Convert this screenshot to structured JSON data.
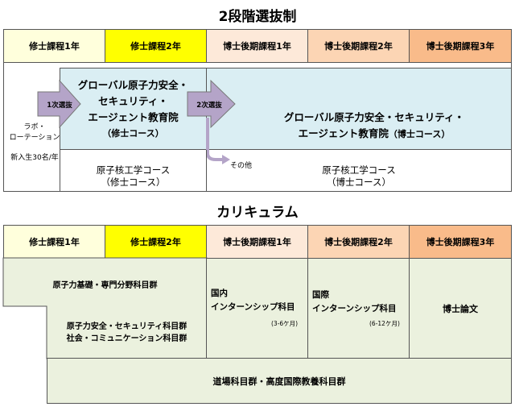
{
  "selection": {
    "title": "2段階選抜制",
    "years": [
      "修士課程1年",
      "修士課程2年",
      "博士後期課程1年",
      "博士後期課程2年",
      "博士後期課程3年"
    ],
    "lab_rotation": "ラボ・\nローテーション",
    "new_students": "新入生30名/年",
    "first_selection": "1次選抜",
    "second_selection": "2次選抜",
    "master_program": "グローバル原子力安全・\nセキュリティ・\nエージェント教育院",
    "master_course": "（修士コース）",
    "doctor_program": "グローバル原子力安全・セキュリティ・\nエージェント教育院",
    "doctor_course": "（博士コース）",
    "other": "その他",
    "nuclear_master": "原子核工学コース\n（修士コース）",
    "nuclear_doctor": "原子核工学コース\n（博士コース）"
  },
  "curriculum": {
    "title": "カリキュラム",
    "years": [
      "修士課程1年",
      "修士課程2年",
      "博士後期課程1年",
      "博士後期課程2年",
      "博士後期課程3年"
    ],
    "basic": "原子力基礎・専門分野科目群",
    "safety": "原子力安全・セキュリティ科目群\n社会・コミュニケーション科目群",
    "domestic": "国内\nインターンシップ科目",
    "domestic_period": "(3-6ケ月)",
    "international": "国際\nインターンシップ科目",
    "international_period": "(6-12ケ月)",
    "thesis": "博士論文",
    "dojo": "道場科目群・高度国際教養科目群"
  },
  "colors": {
    "pale_yellow": "#ffffdc",
    "yellow": "#ffff00",
    "peach_light": "#fde9d9",
    "peach": "#fcd5b4",
    "peach_dark": "#f9bb8a",
    "green": "#ebf1de",
    "blue": "#daeef3",
    "arrow": "#b4a4c8"
  }
}
